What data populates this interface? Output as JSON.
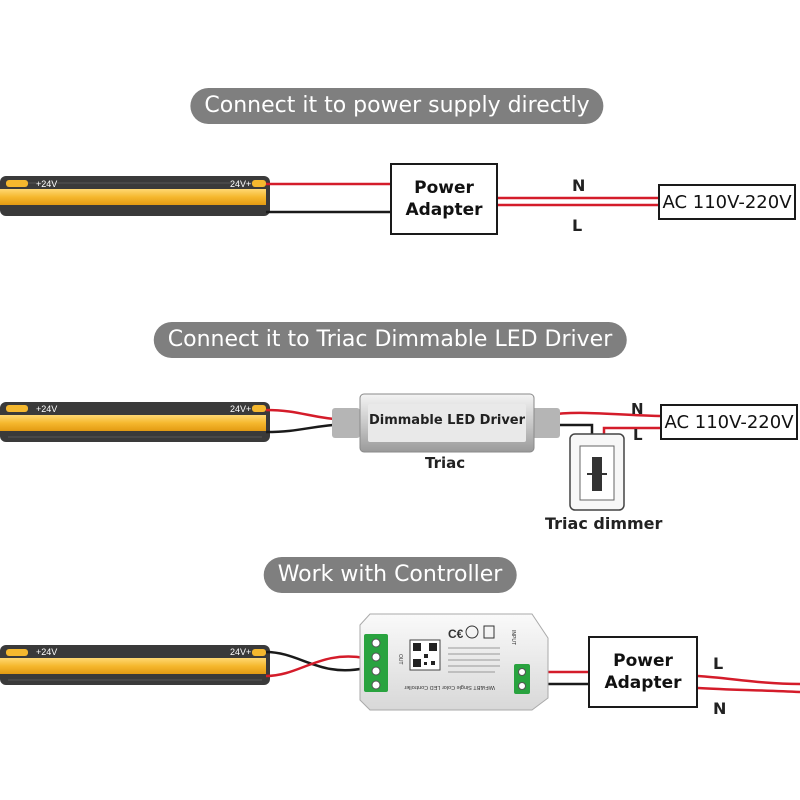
{
  "sections": [
    {
      "title": "Connect it to power supply directly"
    },
    {
      "title": "Connect it to Triac Dimmable LED Driver"
    },
    {
      "title": "Work with Controller"
    }
  ],
  "strip": {
    "label_left": "+24V",
    "label_right": "24V+",
    "minus": "-"
  },
  "power_adapter": {
    "line1": "Power",
    "line2": "Adapter"
  },
  "ac_supply": {
    "label": "AC 110V-220V"
  },
  "wires": {
    "neutral": "N",
    "live": "L"
  },
  "driver": {
    "label": "Dimmable LED Driver",
    "caption": "Triac"
  },
  "dimmer": {
    "caption": "Triac dimmer"
  },
  "controller": {
    "title": "WiFi&BT Single Color LED Controller",
    "output_label": "OUT",
    "input_label": "INPUT"
  },
  "colors": {
    "pill": "#7f7f7f",
    "wire_red": "#d41c2a",
    "wire_black": "#1a1a1a",
    "strip_yellow": "#f5b82e",
    "strip_dark": "#3a3a3a"
  }
}
